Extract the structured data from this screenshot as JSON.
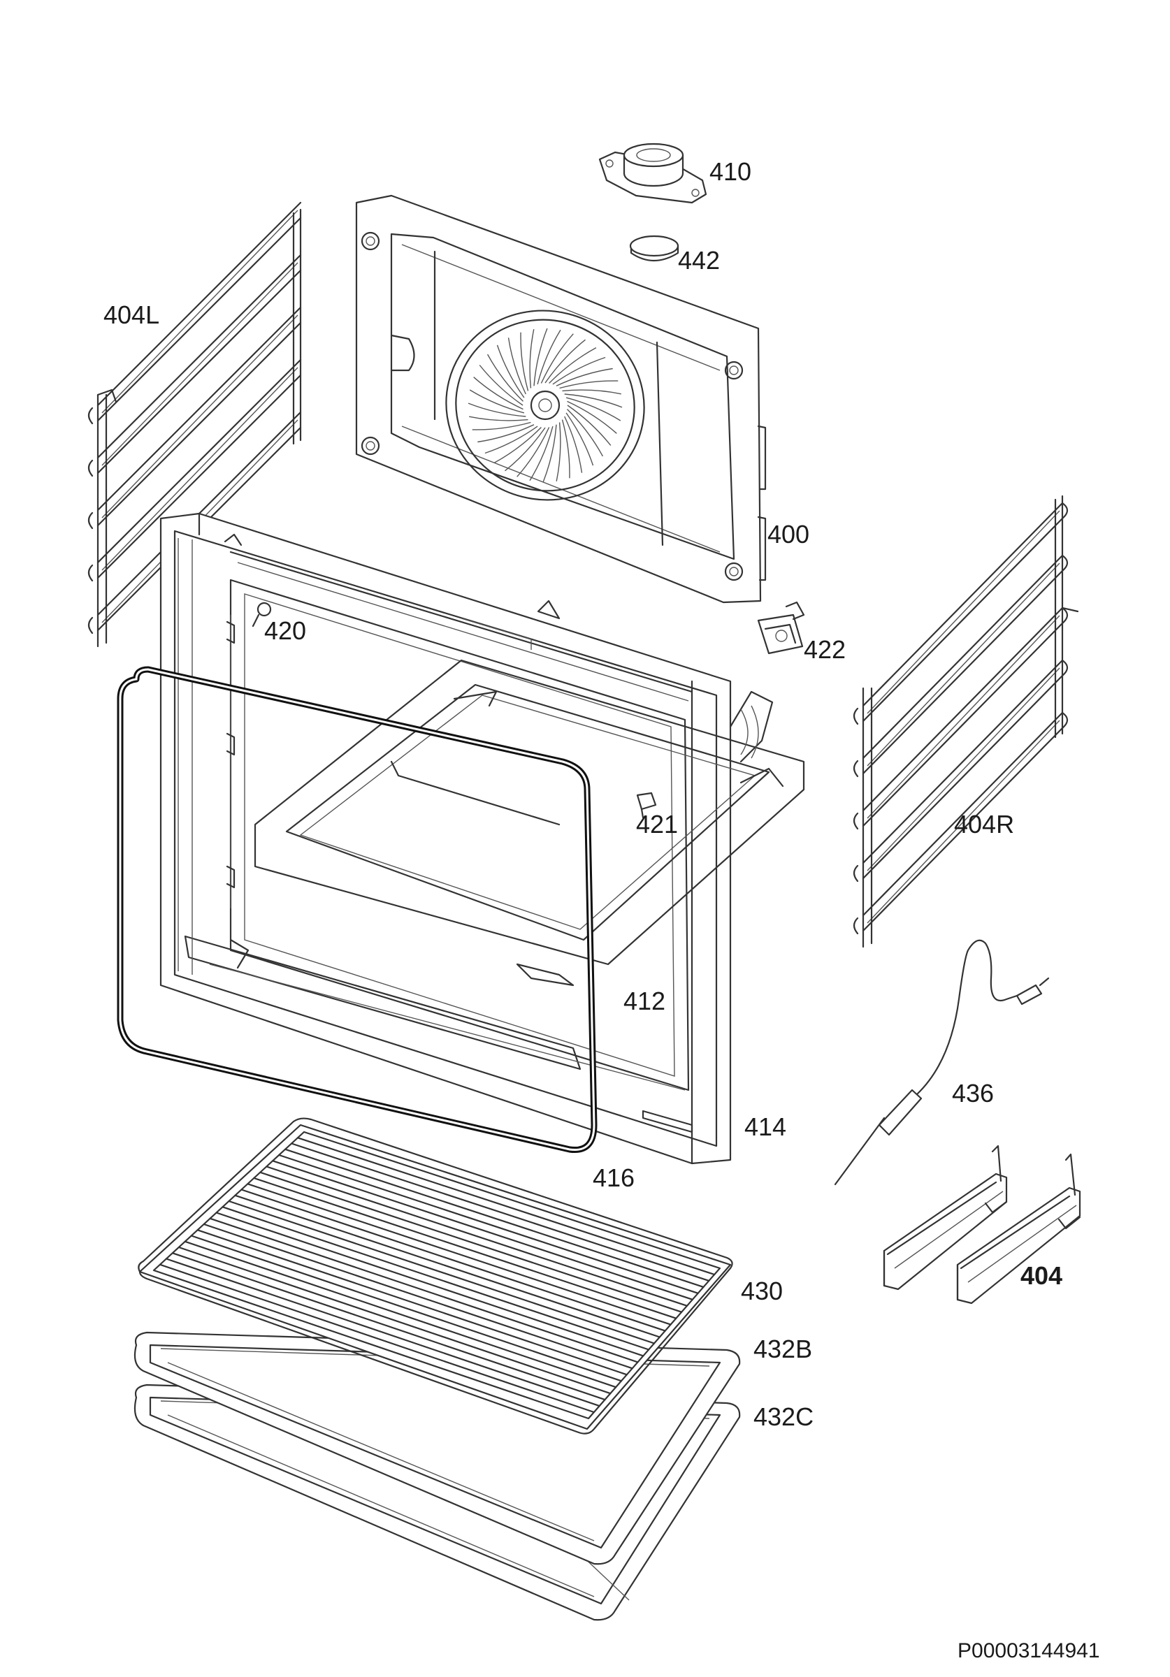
{
  "parts": {
    "p400": "400",
    "p404": "404",
    "p404L": "404L",
    "p404R": "404R",
    "p410": "410",
    "p412": "412",
    "p414": "414",
    "p416": "416",
    "p420": "420",
    "p421": "421",
    "p422": "422",
    "p430": "430",
    "p432B": "432B",
    "p432C": "432C",
    "p436": "436",
    "p442": "442"
  },
  "drawing_code": "P00003144941"
}
